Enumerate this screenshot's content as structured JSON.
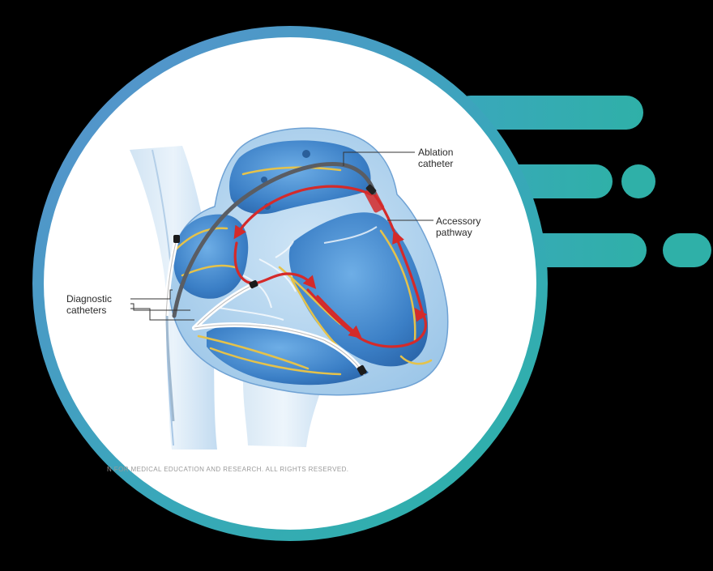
{
  "diagram": {
    "labels": {
      "ablation": "Ablation\ncatheter",
      "accessory": "Accessory\npathway",
      "diagnostic": "Diagnostic\ncatheters"
    },
    "copyright": "N FOR MEDICAL EDUCATION AND RESEARCH. ALL RIGHTS RESERVED."
  },
  "colors": {
    "ring_start": "#5b8fd0",
    "ring_end": "#2bb3a6",
    "heart_blue": "#4f90cf",
    "conduction_red": "#d42a2a",
    "nerve_yellow": "#e5c24a",
    "catheter_gray": "#5a5d63"
  }
}
